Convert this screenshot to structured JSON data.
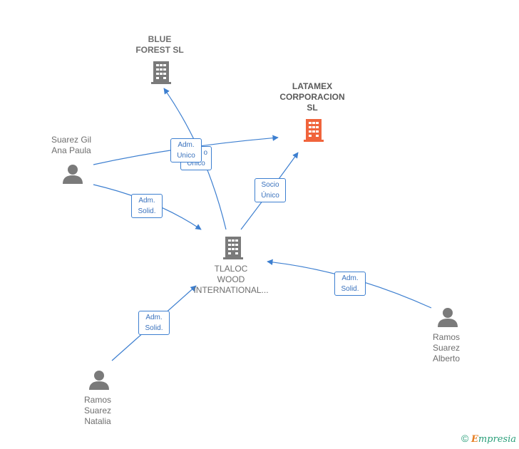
{
  "nodes": {
    "blue_forest": {
      "line1": "BLUE",
      "line2": "FOREST SL"
    },
    "latamex": {
      "line1": "LATAMEX",
      "line2": "CORPORACION",
      "line3": "SL"
    },
    "tlaloc": {
      "line1": "TLALOC",
      "line2": "WOOD",
      "line3": "INTERNATIONAL..."
    },
    "suarez_gil": {
      "line1": "Suarez Gil",
      "line2": "Ana Paula"
    },
    "ramos_alberto": {
      "line1": "Ramos",
      "line2": "Suarez",
      "line3": "Alberto"
    },
    "ramos_natalia": {
      "line1": "Ramos",
      "line2": "Suarez",
      "line3": "Natalia"
    }
  },
  "edges": {
    "adm_unico": {
      "line1": "Adm.",
      "line2": "Unico"
    },
    "socio_unico_hidden": {
      "line1": "o",
      "line2": "Único"
    },
    "socio_unico": {
      "line1": "Socio",
      "line2": "Único"
    },
    "adm_solid_suarez": {
      "line1": "Adm.",
      "line2": "Solid."
    },
    "adm_solid_alberto": {
      "line1": "Adm.",
      "line2": "Solid."
    },
    "adm_solid_natalia": {
      "line1": "Adm.",
      "line2": "Solid."
    }
  },
  "colors": {
    "edge": "#3d7fd0",
    "company_icon": "#7a7a7a",
    "highlight_icon": "#f0643c",
    "person_icon": "#7a7a7a",
    "brand": "#2a9f7a"
  },
  "footer": {
    "copyright": "©",
    "brand_first": "E",
    "brand_rest": "mpresia"
  }
}
